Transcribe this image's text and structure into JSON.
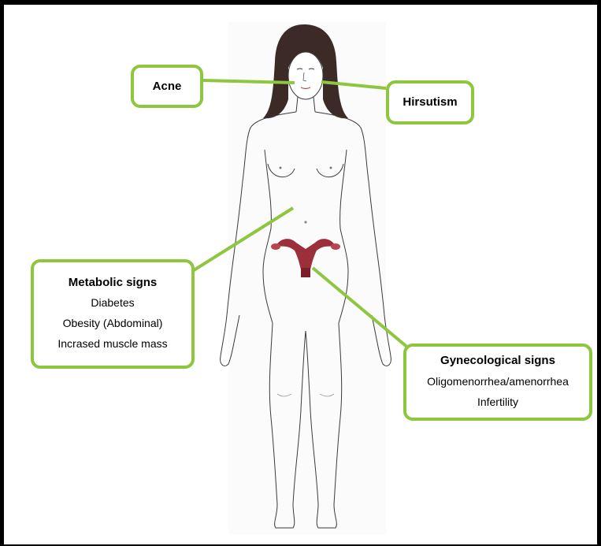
{
  "colors": {
    "connector": "#8dc63f",
    "box_border": "#8dc63f",
    "body_outline": "#3a3a3a",
    "hair": "#3b2a25",
    "uterus": "#9c2f3a"
  },
  "callouts": {
    "acne": {
      "title": "Acne"
    },
    "hirsutism": {
      "title": "Hirsutism"
    },
    "metabolic": {
      "title": "Metabolic signs",
      "items": [
        "Diabetes",
        "Obesity (Abdominal)",
        "Incrased muscle mass"
      ]
    },
    "gynecological": {
      "title": "Gynecological signs",
      "items": [
        "Oligomenorrhea/amenorrhea",
        "Infertility"
      ]
    }
  }
}
